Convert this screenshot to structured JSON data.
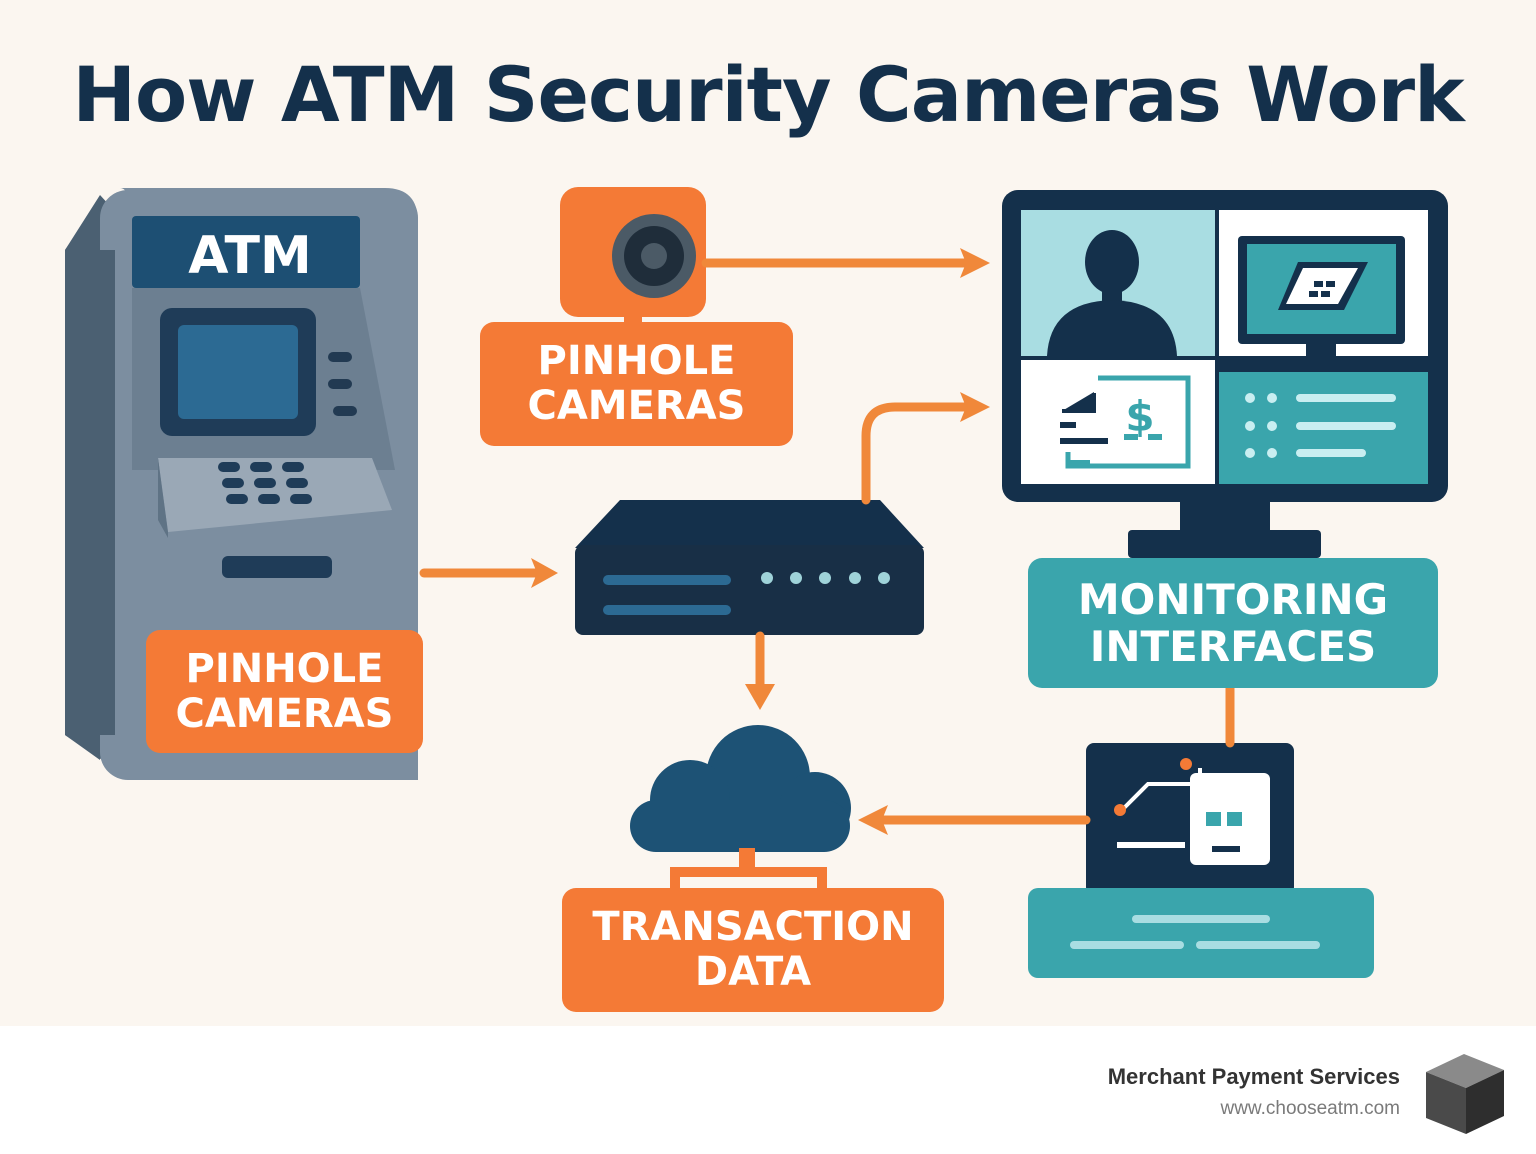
{
  "title": "How ATM Security Cameras Work",
  "atm": {
    "screen_label": "ATM"
  },
  "labels": {
    "pinhole_top": [
      "PINHOLE",
      "CAMERAS"
    ],
    "pinhole_atm": [
      "PINHOLE",
      "CAMERAS"
    ],
    "monitoring": [
      "MONITORING",
      "INTERFACES"
    ],
    "transaction": [
      "TRANSACTION",
      "DATA"
    ]
  },
  "monitor_panels": {
    "cash_symbol": "$"
  },
  "footer": {
    "brand": "Merchant Payment Services",
    "url": "www.chooseatm.com"
  },
  "colors": {
    "background": "#fbf6f0",
    "navy": "#14304b",
    "orange": "#f47a36",
    "teal": "#3aa5ac",
    "atm_gray": "#7c8ea0"
  },
  "icons": [
    "atm-icon",
    "pinhole-camera-icon",
    "dvr-recorder-icon",
    "cloud-icon",
    "monitor-icon",
    "laptop-icon",
    "person-icon",
    "card-icon",
    "dollar-icon"
  ]
}
